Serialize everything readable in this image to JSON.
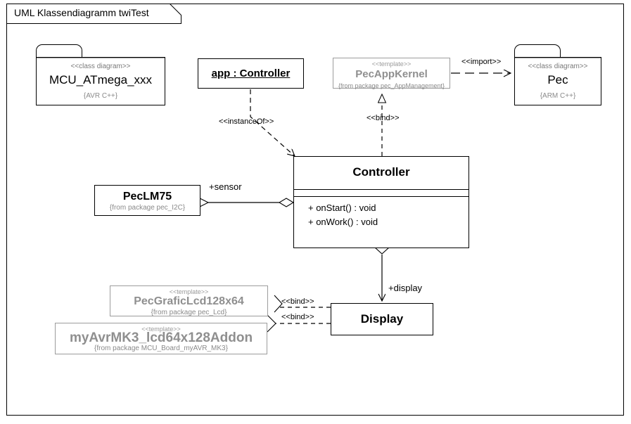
{
  "diagram": {
    "frame_title": "UML Klassendiagramm twiTest",
    "type": "uml-class-diagram"
  },
  "packages": [
    {
      "id": "mcu",
      "stereotype": "<<class diagram>>",
      "name": "MCU_ATmega_xxx",
      "note": "{AVR C++}"
    },
    {
      "id": "pec",
      "stereotype": "<<class diagram>>",
      "name": "Pec",
      "note": "{ARM C++}"
    }
  ],
  "nodes": {
    "app_object": {
      "name": "app : Controller"
    },
    "pec_app_kernel": {
      "stereotype": "<<template>>",
      "name": "PecAppKernel",
      "note": "{from package pec_AppManagement}"
    },
    "controller": {
      "name": "Controller",
      "attributes": [],
      "operations": [
        "+ onStart() : void",
        "+ onWork() : void"
      ]
    },
    "pec_lm75": {
      "name": "PecLM75",
      "note": "{from package pec_I2C}"
    },
    "display": {
      "name": "Display"
    },
    "pec_grafic_lcd": {
      "stereotype": "<<template>>",
      "name": "PecGraficLcd128x64",
      "note": "{from package pec_Lcd}"
    },
    "my_avr_mk3_addon": {
      "stereotype": "<<template>>",
      "name": "myAvrMK3_lcd64x128Addon",
      "note": "{from package MCU_Board_myAVR_MK3}"
    }
  },
  "edges": [
    {
      "id": "import",
      "label": "<<import>>",
      "kind": "dependency-import"
    },
    {
      "id": "instance_of",
      "label": "<<instanceOf>>",
      "kind": "dependency-instanceof"
    },
    {
      "id": "bind_kernel",
      "label": "<<bind>>",
      "kind": "realization-bind"
    },
    {
      "id": "sensor",
      "label": "+sensor",
      "kind": "aggregation"
    },
    {
      "id": "display_role",
      "label": "+display",
      "kind": "aggregation"
    },
    {
      "id": "bind_lcd",
      "label": "<<bind>>",
      "kind": "realization-bind"
    },
    {
      "id": "bind_addon",
      "label": "<<bind>>",
      "kind": "realization-bind"
    }
  ],
  "colors": {
    "line": "#000000",
    "gray_border": "#9c9c9c",
    "gray_text": "#8f8f8f",
    "stereotype_text": "#8a8a8a",
    "background": "#ffffff"
  }
}
